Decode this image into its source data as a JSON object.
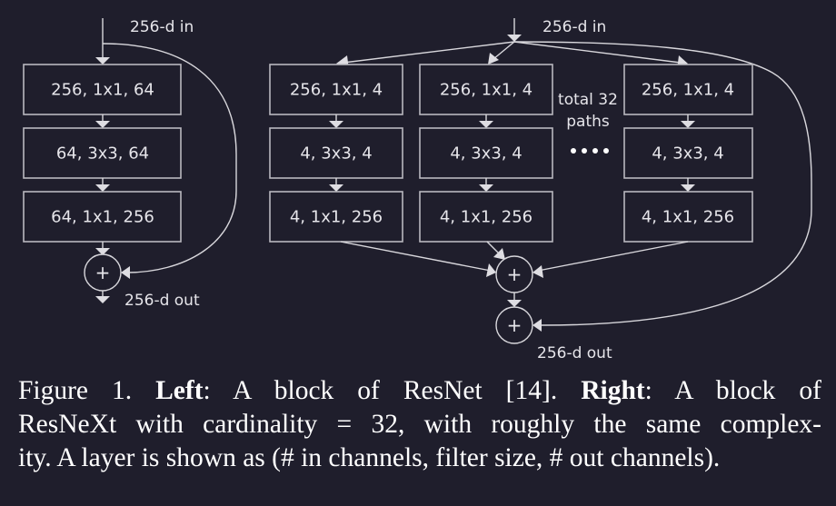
{
  "left_block": {
    "input_label": "256-d in",
    "output_label": "256-d out",
    "layers": [
      "256, 1x1, 64",
      "64, 3x3, 64",
      "64, 1x1, 256"
    ],
    "sum_symbol": "+"
  },
  "right_block": {
    "input_label": "256-d in",
    "output_label": "256-d out",
    "paths": [
      {
        "layers": [
          "256, 1x1, 4",
          "4, 3x3, 4",
          "4, 1x1, 256"
        ]
      },
      {
        "layers": [
          "256, 1x1, 4",
          "4, 3x3, 4",
          "4, 1x1, 256"
        ]
      },
      {
        "layers": [
          "256, 1x1, 4",
          "4, 3x3, 4",
          "4, 1x1, 256"
        ]
      }
    ],
    "paths_note_line1": "total 32",
    "paths_note_line2": "paths",
    "ellipsis_dots": 4,
    "sum_symbol": "+"
  },
  "caption": {
    "line1_a": "Figure 1. ",
    "line1_bold1": "Left",
    "line1_b": ":  A block of ResNet [14].  ",
    "line1_bold2": "Right",
    "line1_c": ":  A block of",
    "line2": "ResNeXt with cardinality = 32, with roughly the same complex-",
    "line3": "ity. A layer is shown as (# in channels, filter size, # out channels)."
  },
  "colors": {
    "background": "#1f1e2c",
    "stroke": "#d8d7dc",
    "text": "#e6e5ea"
  }
}
